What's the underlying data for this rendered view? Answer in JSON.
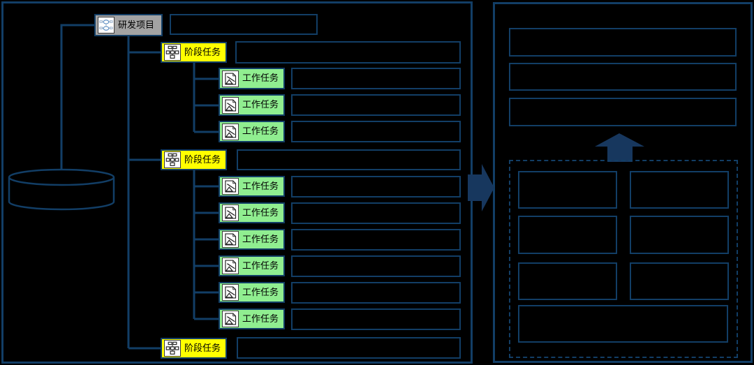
{
  "palette": {
    "background": "#000000",
    "line": "#123e66",
    "arrow_fill": "#17375e",
    "root_node_fill": "#a3a3a3",
    "stage_node_fill": "#ffff00",
    "work_node_fill": "#90ee90",
    "icon_background": "#ffffff",
    "node_text_color": "#000000"
  },
  "tree": {
    "root": "研发项目",
    "stages": [
      {
        "label": "阶段任务",
        "tasks": [
          "工作任务",
          "工作任务",
          "工作任务"
        ]
      },
      {
        "label": "阶段任务",
        "tasks": [
          "工作任务",
          "工作任务",
          "工作任务",
          "工作任务",
          "工作任务",
          "工作任务"
        ]
      },
      {
        "label": "阶段任务",
        "tasks": []
      }
    ]
  },
  "icons": {
    "root": "org-chart-icon",
    "stage": "flowchart-icon",
    "work": "picture-icon"
  },
  "left_panel": {
    "has_database_cylinder": true,
    "empty_value_boxes": 14
  },
  "right_panel": {
    "top_wide_boxes": 3,
    "dashed_grid": {
      "rows": 3,
      "columns": 2,
      "wide_bottom_box": 1
    },
    "arrows": [
      "up-arrow",
      "right-arrow-from-left-panel"
    ]
  }
}
